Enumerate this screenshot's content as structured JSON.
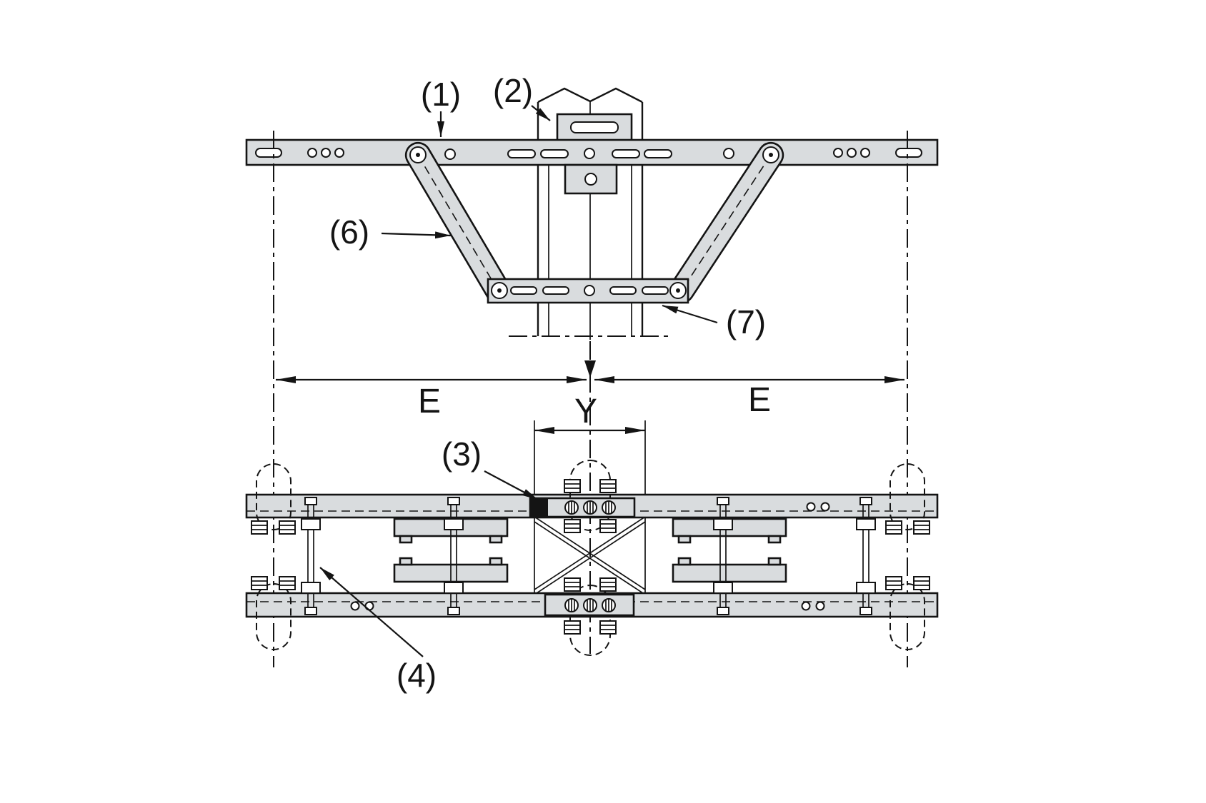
{
  "callouts": {
    "part1": "(1)",
    "part2": "(2)",
    "part3": "(3)",
    "part4": "(4)",
    "part6": "(6)",
    "part7": "(7)"
  },
  "dimensions": {
    "e_left": "E",
    "e_right": "E",
    "y": "Y"
  },
  "colors": {
    "steel": "#d9dcde",
    "ink": "#141414",
    "bg": "#ffffff"
  }
}
